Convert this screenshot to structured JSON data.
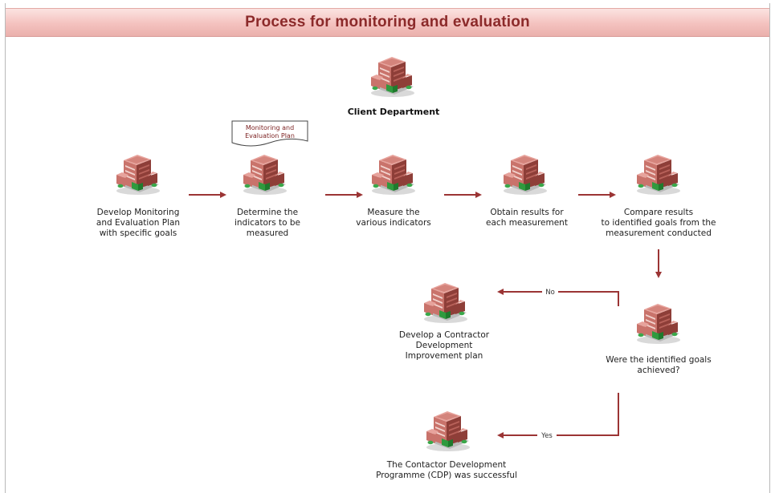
{
  "header": {
    "title": "Process for monitoring and evaluation"
  },
  "colors": {
    "accent": "#9b3434",
    "title_bar": "#f4c2bf",
    "title_text": "#8c2a2a",
    "building": "#c9736b",
    "building_dark": "#8e3e38",
    "door": "#2f9a3e"
  },
  "nodes": {
    "client": {
      "icon": "building-icon",
      "label": [
        "Client Department"
      ]
    },
    "plan_document": {
      "icon": "document-icon",
      "label": [
        "Monitoring and",
        "Evaluation Plan"
      ]
    },
    "develop_plan": {
      "icon": "building-icon",
      "label": [
        "Develop Monitoring",
        "and Evaluation Plan",
        "with specific goals"
      ]
    },
    "determine_indicators": {
      "icon": "building-icon",
      "label": [
        "Determine the",
        "indicators to be",
        "measured"
      ]
    },
    "measure_indicators": {
      "icon": "building-icon",
      "label": [
        "Measure the",
        "various indicators"
      ]
    },
    "obtain_results": {
      "icon": "building-icon",
      "label": [
        "Obtain results for",
        "each measurement"
      ]
    },
    "compare_results": {
      "icon": "building-icon",
      "label": [
        "Compare results",
        "to identified goals from the",
        "measurement conducted"
      ]
    },
    "goals_achieved": {
      "icon": "building-icon",
      "label": [
        "Were the identified goals",
        "achieved?"
      ]
    },
    "improvement_plan": {
      "icon": "building-icon",
      "label": [
        "Develop a Contractor",
        "Development",
        "Improvement plan"
      ]
    },
    "cdp_success": {
      "icon": "building-icon",
      "label": [
        "The Contactor Development",
        "Programme (CDP) was successful"
      ]
    }
  },
  "edges": {
    "no_label": "No",
    "yes_label": "Yes"
  }
}
